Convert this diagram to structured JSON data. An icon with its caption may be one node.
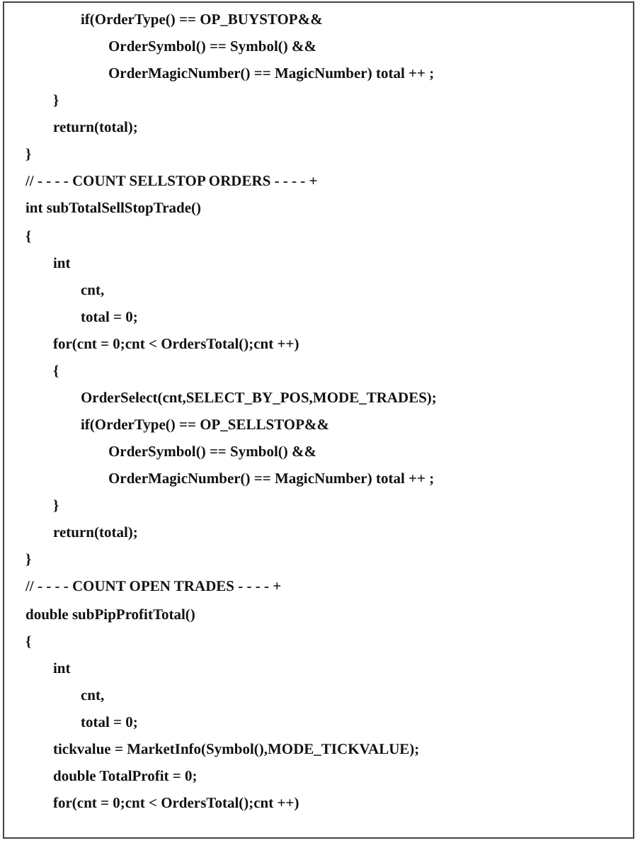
{
  "diagram": {
    "labels": [
      "if(OrderType() == OP_BUYSTOP&&",
      "OrderSymbol() == Symbol() &&",
      "OrderMagicNumber() == MagicNumber) total ++ ;",
      "}",
      "return(total);",
      "}",
      "// - - - - COUNT SELLSTOP ORDERS - - - - +",
      "int subTotalSellStopTrade()",
      "{",
      "int",
      "cnt,",
      "total = 0;",
      "for(cnt = 0;cnt < OrdersTotal();cnt ++)",
      "{",
      "OrderSelect(cnt,SELECT_BY_POS,MODE_TRADES);",
      "if(OrderType() == OP_SELLSTOP&&",
      "OrderSymbol() == Symbol() &&",
      "OrderMagicNumber() == MagicNumber) total ++ ;",
      "}",
      "return(total);",
      "}",
      "// - - - - COUNT OPEN TRADES - - - - +",
      "double subPipProfitTotal()",
      "{",
      "int",
      "cnt,",
      "total = 0;",
      "tickvalue = MarketInfo(Symbol(),MODE_TICKVALUE);",
      "double TotalProfit = 0;",
      "for(cnt = 0;cnt < OrdersTotal();cnt ++)"
    ]
  }
}
